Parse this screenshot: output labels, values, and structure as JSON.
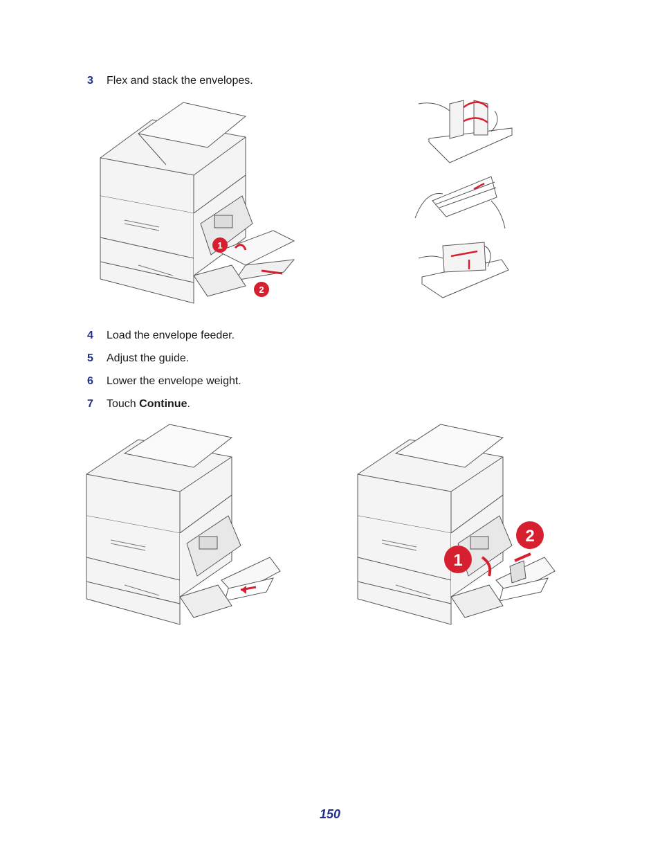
{
  "steps": [
    {
      "number": "3",
      "text": "Flex and stack the envelopes."
    },
    {
      "number": "4",
      "text": "Load the envelope feeder."
    },
    {
      "number": "5",
      "text": "Adjust the guide."
    },
    {
      "number": "6",
      "text": "Lower the envelope weight."
    },
    {
      "number": "7",
      "text_before": "Touch ",
      "bold": "Continue",
      "text_after": "."
    }
  ],
  "callouts": {
    "one": "1",
    "two": "2"
  },
  "colors": {
    "step_number": "#1f2f8f",
    "callout": "#d6202f",
    "line_art": "#555555"
  },
  "page_number": "150"
}
